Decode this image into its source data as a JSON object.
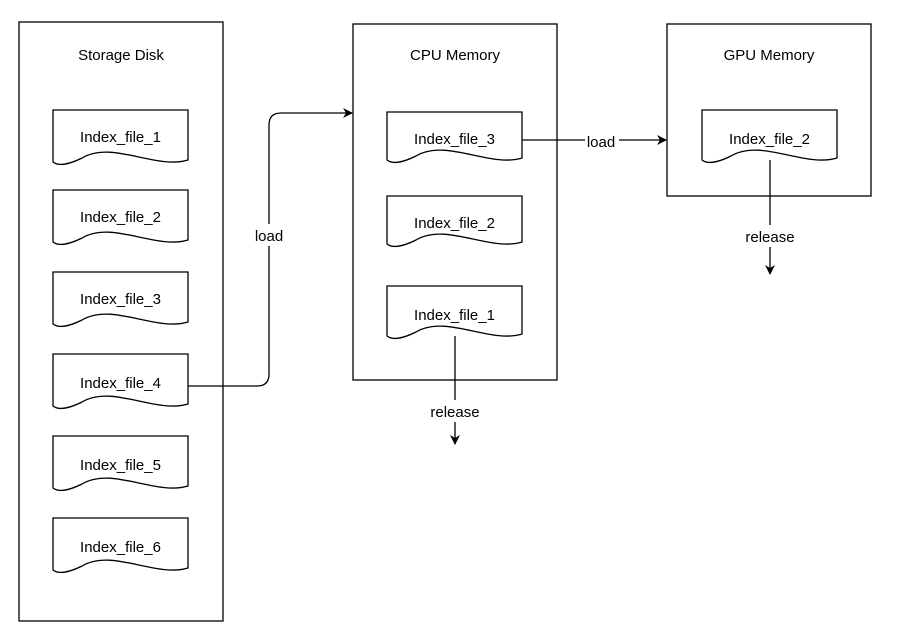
{
  "colors": {
    "stroke": "#000000",
    "background": "#ffffff"
  },
  "containers": {
    "storage": {
      "title": "Storage Disk"
    },
    "cpu": {
      "title": "CPU Memory"
    },
    "gpu": {
      "title": "GPU Memory"
    }
  },
  "storage_files": [
    "Index_file_1",
    "Index_file_2",
    "Index_file_3",
    "Index_file_4",
    "Index_file_5",
    "Index_file_6"
  ],
  "cpu_files": [
    "Index_file_3",
    "Index_file_2",
    "Index_file_1"
  ],
  "gpu_files": [
    "Index_file_2"
  ],
  "edges": {
    "load_to_cpu": "load",
    "load_to_gpu": "load",
    "release_cpu": "release",
    "release_gpu": "release"
  }
}
